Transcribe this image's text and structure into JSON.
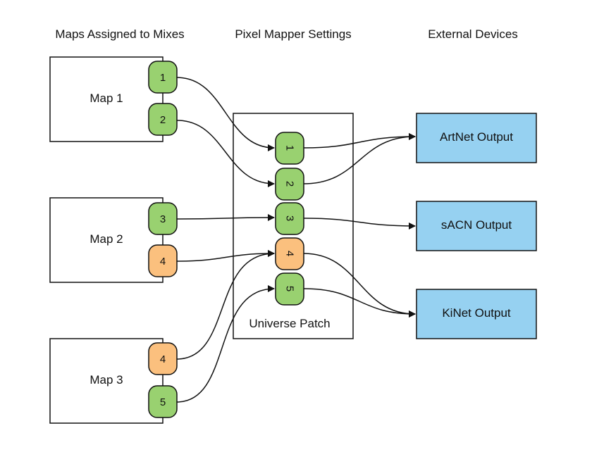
{
  "headings": {
    "maps": "Maps Assigned to Mixes",
    "settings": "Pixel Mapper Settings",
    "devices": "External Devices"
  },
  "maps": [
    {
      "label": "Map 1",
      "ports": [
        {
          "num": "1",
          "kind": "green"
        },
        {
          "num": "2",
          "kind": "green"
        }
      ]
    },
    {
      "label": "Map 2",
      "ports": [
        {
          "num": "3",
          "kind": "green"
        },
        {
          "num": "4",
          "kind": "orange"
        }
      ]
    },
    {
      "label": "Map 3",
      "ports": [
        {
          "num": "4",
          "kind": "orange"
        },
        {
          "num": "5",
          "kind": "green"
        }
      ]
    }
  ],
  "patch": {
    "label": "Universe Patch",
    "ports": [
      {
        "num": "1",
        "kind": "green"
      },
      {
        "num": "2",
        "kind": "green"
      },
      {
        "num": "3",
        "kind": "green"
      },
      {
        "num": "4",
        "kind": "orange"
      },
      {
        "num": "5",
        "kind": "green"
      }
    ]
  },
  "devices": [
    {
      "label": "ArtNet Output"
    },
    {
      "label": "sACN Output"
    },
    {
      "label": "KiNet Output"
    }
  ],
  "colors": {
    "green": "#99d170",
    "orange": "#fbc07e",
    "device": "#96d1f1",
    "stroke": "#111111"
  }
}
